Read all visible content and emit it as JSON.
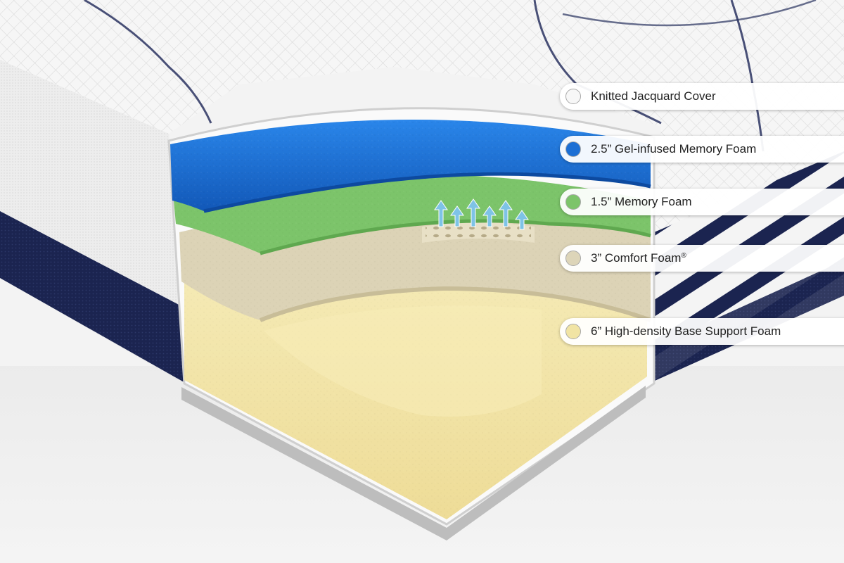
{
  "layers": [
    {
      "label": "Knitted Jacquard Cover",
      "mark": "",
      "color": "#f7f7f7"
    },
    {
      "label": "2.5” Gel-infused Memory Foam",
      "mark": "",
      "color": "#1c6fd4"
    },
    {
      "label": "1.5” Memory Foam",
      "mark": "",
      "color": "#7cc46a"
    },
    {
      "label": "3” Comfort Foam",
      "mark": "®",
      "color": "#ddd5b9"
    },
    {
      "label": "6” High-density Base Support Foam",
      "mark": "",
      "color": "#f1e4a4"
    }
  ],
  "accent_colors": {
    "trim_navy": "#1b2450",
    "cover_white": "#f7f7f7",
    "airflow_arrows": "#7ec3e6"
  },
  "icons": [
    "airflow-arrow-icon"
  ]
}
